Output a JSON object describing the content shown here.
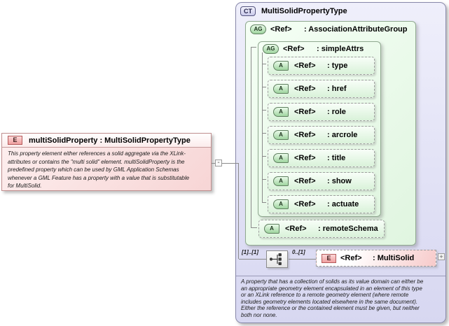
{
  "colors": {
    "element_fill": "#F7D5D5",
    "element_border": "#C08F8F",
    "complex_type_fill": "#DFDFF5",
    "complex_type_border": "#8888AA",
    "attribute_group_fill": "#E8F8E8",
    "attribute_group_border": "#8FA88F",
    "badge_green": "#9FD49F",
    "badge_pink": "#EF9F9F",
    "connector": "#8A8A8A"
  },
  "element_box": {
    "badge": "E",
    "title": "multiSolidProperty : MultiSolidPropertyType",
    "doc": "This property element either references a solid aggregate via the XLink-\nattributes or contains the \"multi solid\" element. multiSolidProperty is the\npredefined property which can be used by GML Application Schemas\nwhenever a GML Feature has a property with a value that is substitutable\nfor MultiSolid."
  },
  "connector": {
    "collapse_glyph": "-"
  },
  "complex_type": {
    "badge": "CT",
    "title": "MultiSolidPropertyType",
    "association_group": {
      "badge": "AG",
      "ref_label": "<Ref>",
      "name": ": AssociationAttributeGroup",
      "simple_attrs": {
        "badge": "AG",
        "ref_label": "<Ref>",
        "name": ": simpleAttrs",
        "attributes": [
          {
            "badge": "A",
            "ref_label": "<Ref>",
            "name": ": type"
          },
          {
            "badge": "A",
            "ref_label": "<Ref>",
            "name": ": href"
          },
          {
            "badge": "A",
            "ref_label": "<Ref>",
            "name": ": role"
          },
          {
            "badge": "A",
            "ref_label": "<Ref>",
            "name": ": arcrole"
          },
          {
            "badge": "A",
            "ref_label": "<Ref>",
            "name": ": title"
          },
          {
            "badge": "A",
            "ref_label": "<Ref>",
            "name": ": show"
          },
          {
            "badge": "A",
            "ref_label": "<Ref>",
            "name": ": actuate"
          }
        ]
      },
      "remote_schema": {
        "badge": "A",
        "ref_label": "<Ref>",
        "name": ": remoteSchema"
      }
    },
    "sequence": {
      "left_cardinality": "[1]..[1]",
      "right_cardinality": "0..[1]",
      "element": {
        "badge": "E",
        "ref_label": "<Ref>",
        "name": ": MultiSolid",
        "expand_glyph": "+"
      }
    },
    "doc": "A property that has a collection of solids as its value domain can either be\nan appropriate geometry element encapsulated in an element of this type\nor an XLink reference to a remote geometry element (where remote\nincludes geometry elements located elsewhere in the same document).\nEither the reference or the contained element must be given, but neither\nboth nor none."
  }
}
